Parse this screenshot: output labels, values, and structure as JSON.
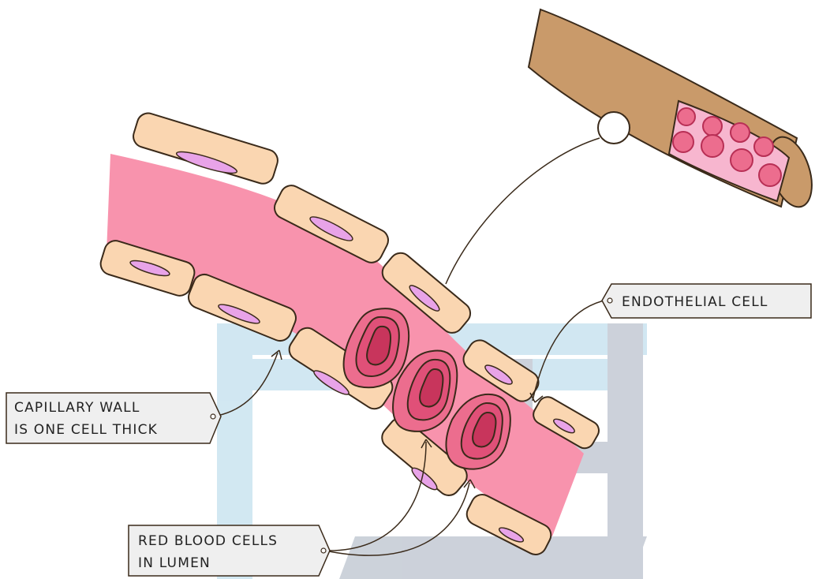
{
  "labels": {
    "endothelial_cell": "ENDOTHELIAL CELL",
    "capillary_wall_line1": "CAPILLARY WALL",
    "capillary_wall_line2": "IS ONE CELL THICK",
    "red_blood_cells_line1": "RED BLOOD CELLS",
    "red_blood_cells_line2": "IN LUMEN"
  },
  "colors": {
    "lumen": "#f893ad",
    "endothelial_cell": "#fad6b1",
    "cell_outline": "#3a2a1a",
    "nucleus": "#e8a3e8",
    "red_blood_cell_outer": "#ec6d8e",
    "red_blood_cell_inner": "#d63a63",
    "vessel_outer": "#c99a6a",
    "vessel_inner": "#f7b6cf",
    "label_fill": "#efefef",
    "watermark_blue": "#cde5f1",
    "watermark_gray": "#c7cdd6"
  },
  "icons": {
    "magnify_circle": "magnify-circle-icon",
    "logo_watermark": "logo-watermark"
  }
}
